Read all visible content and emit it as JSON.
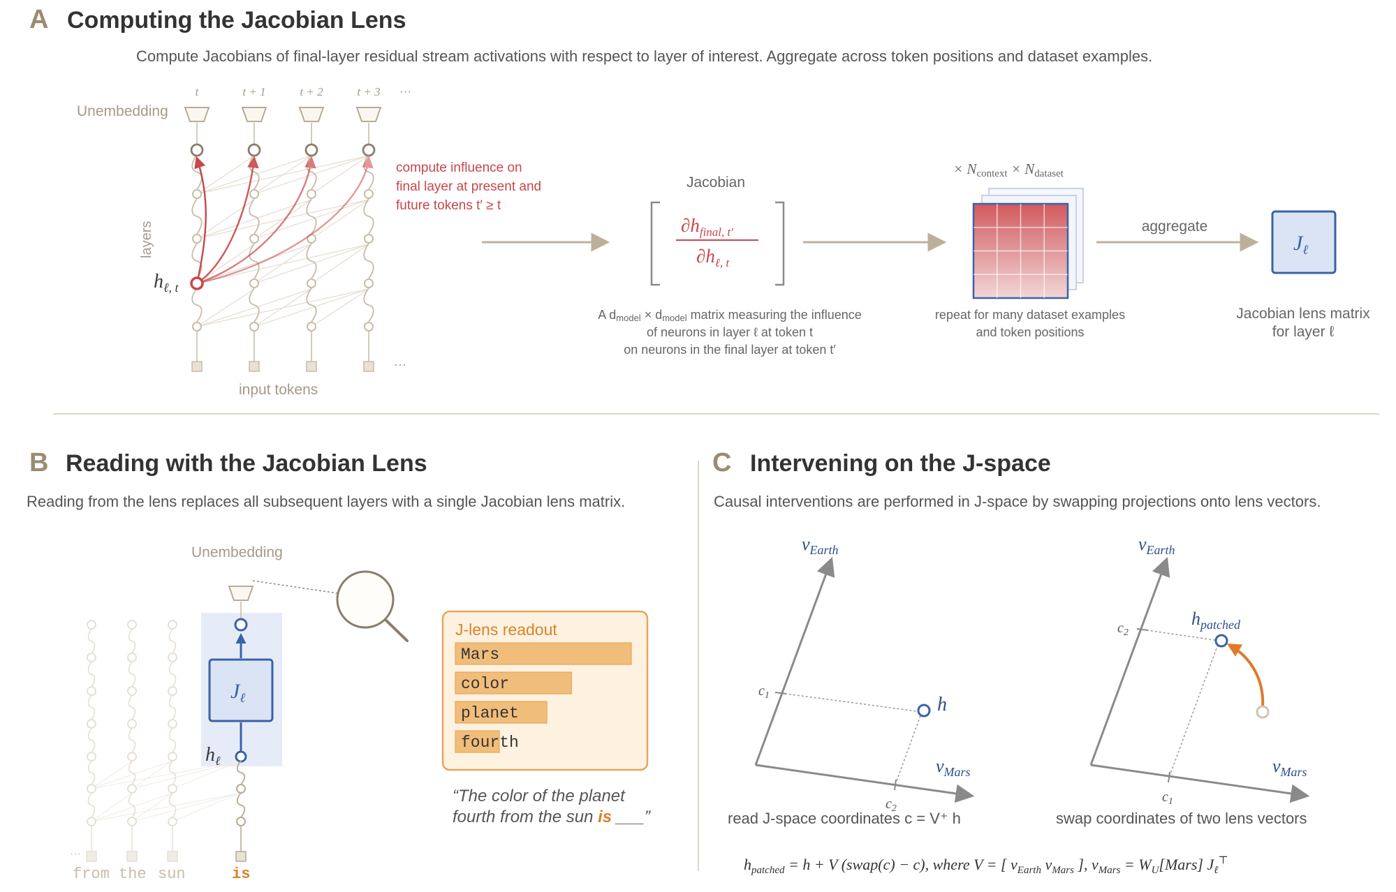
{
  "colors": {
    "tan": "#b9ab93",
    "tan_light": "#d8cfbf",
    "red": "#c9464a",
    "blue": "#3a62a8",
    "orange": "#e07a2a",
    "readout_fill": "#f1bd7b",
    "readout_bg": "#fdf2e0",
    "readout_border": "#e7a55a",
    "text": "#3a3a3a",
    "gray": "#888888"
  },
  "panel_a": {
    "letter": "A",
    "title": "Computing the Jacobian Lens",
    "subtitle": "Compute Jacobians of final-layer residual stream activations with respect to layer of interest. Aggregate across token positions and dataset examples.",
    "unembedding": "Unembedding",
    "positions": [
      "t",
      "t + 1",
      "t + 2",
      "t + 3",
      "···"
    ],
    "layers_label": "layers",
    "h_label": "h",
    "h_sub": "ℓ, t",
    "input_tokens": "input tokens",
    "bottom_ellipsis": "···",
    "influence_note": [
      "compute influence on",
      "final layer at present and",
      "future tokens t′ ≥ t"
    ],
    "jacobian_label": "Jacobian",
    "jac_num": "∂h",
    "jac_num_sub": "final, t′",
    "jac_den": "∂h",
    "jac_den_sub": "ℓ, t",
    "jac_caption": [
      "A d",
      "model",
      " × d",
      "model",
      " matrix measuring the influence",
      "of neurons in layer ℓ at token t",
      "on neurons in the final layer at token t′"
    ],
    "mult_label": [
      "× N",
      "context",
      " × N",
      "dataset"
    ],
    "repeat_caption": [
      "repeat for many dataset examples",
      "and token positions"
    ],
    "aggregate": "aggregate",
    "jl_symbol": "J",
    "jl_sub": "ℓ",
    "lens_caption": [
      "Jacobian lens matrix",
      "for layer ℓ"
    ]
  },
  "panel_b": {
    "letter": "B",
    "title": "Reading with the Jacobian Lens",
    "subtitle": "Reading from the lens replaces all subsequent layers with a single Jacobian lens matrix.",
    "unembedding": "Unembedding",
    "jl_symbol": "J",
    "jl_sub": "ℓ",
    "h_label": "h",
    "h_sub": "ℓ",
    "tokens": [
      "···",
      "from",
      "the",
      "sun",
      "is"
    ],
    "readout_title": "J-lens readout",
    "readout": [
      {
        "token": "Mars",
        "value": 1.0
      },
      {
        "token": "color",
        "value": 0.66
      },
      {
        "token": "planet",
        "value": 0.52
      },
      {
        "token": "fourth",
        "value": 0.25
      }
    ],
    "quote_line1": "“The color of the planet",
    "quote_line2a": "fourth from the sun ",
    "quote_is": "is",
    "quote_line2b": " ___”"
  },
  "panel_c": {
    "letter": "C",
    "title": "Intervening on the J-space",
    "subtitle": "Causal interventions are performed in J-space by swapping projections onto lens vectors.",
    "v_earth": "v",
    "v_earth_sub": "Earth",
    "v_mars": "v",
    "v_mars_sub": "Mars",
    "c1": "c",
    "c1_sub": "1",
    "c2": "c",
    "c2_sub": "2",
    "h": "h",
    "h_patched": "h",
    "h_patched_sub": "patched",
    "caption_left": "read J-space coordinates c = V⁺ h",
    "caption_right": "swap coordinates of two lens vectors",
    "formula": "h_patched = h + V (swap(c) − c),   where V = [ v_Earth v_Mars ],   v_Mars = W_U[Mars] J_ℓ^⊤",
    "formula_parts": {
      "h": "h",
      "patched": "patched",
      "eq1": " = h + V (swap(c) − c),   where V = [ ",
      "v1": "v",
      "earth": "Earth",
      "v2": " v",
      "mars": "Mars",
      "close": " ],   ",
      "v3": "v",
      "mars2": "Mars",
      "eq2": " = W",
      "u": "U",
      "mars3": "[Mars] J",
      "ell": "ℓ",
      "t": "⊤"
    }
  }
}
